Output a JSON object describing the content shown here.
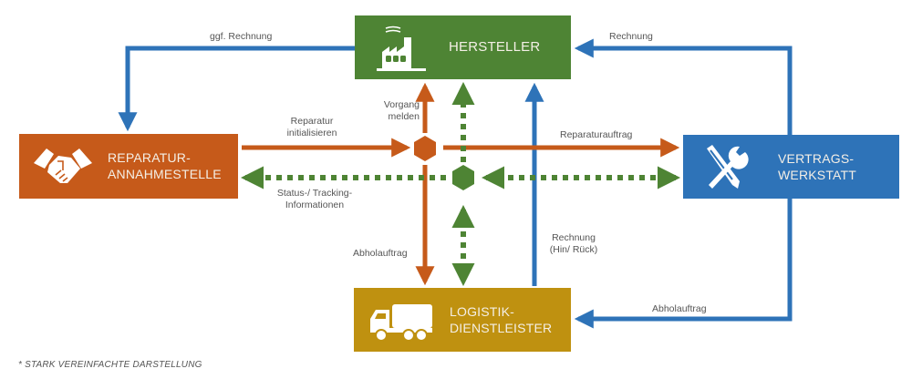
{
  "colors": {
    "orange": "#c65a1a",
    "green": "#4e8434",
    "blue": "#2e73b8",
    "gold": "#bf9110"
  },
  "nodes": {
    "hersteller": {
      "title": "HERSTELLER",
      "icon": "factory-icon"
    },
    "reparatur": {
      "line1": "REPARATUR-",
      "line2": "ANNAHMESTELLE",
      "icon": "handshake-icon"
    },
    "werkstatt": {
      "line1": "VERTRAGS-",
      "line2": "WERKSTATT",
      "icon": "tools-icon"
    },
    "logistik": {
      "line1": "LOGISTIK-",
      "line2": "DIENSTLEISTER",
      "icon": "truck-icon"
    }
  },
  "edges": {
    "ggf_rechnung": "ggf. Rechnung",
    "rechnung_top": "Rechnung",
    "reparatur_initialisieren": {
      "line1": "Reparatur",
      "line2": "initialisieren"
    },
    "vorgang_melden": {
      "line1": "Vorgang",
      "line2": "melden"
    },
    "reparaturauftrag": "Reparaturauftrag",
    "status_tracking": {
      "line1": "Status-/ Tracking-",
      "line2": "Informationen"
    },
    "abholauftrag_left": "Abholauftrag",
    "rechnung_hin_rueck": {
      "line1": "Rechnung",
      "line2": "(Hin/ Rück)"
    },
    "abholauftrag_right": "Abholauftrag"
  },
  "footnote": "* STARK VEREINFACHTE DARSTELLUNG"
}
